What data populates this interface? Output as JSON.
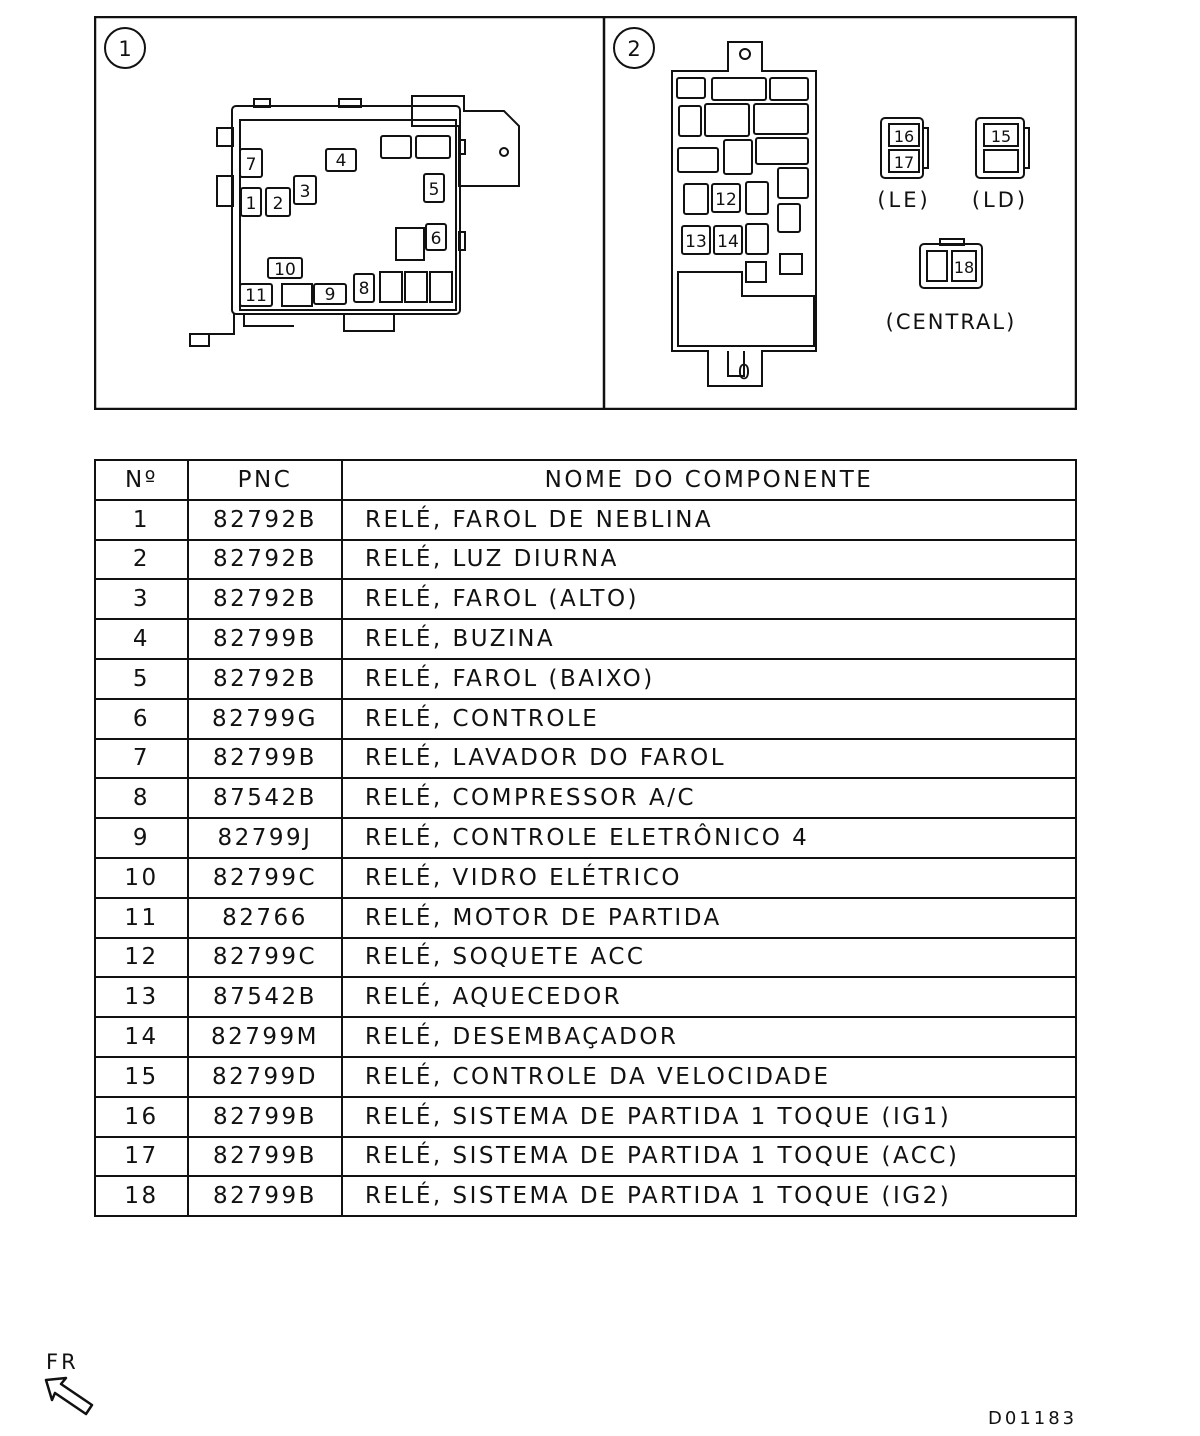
{
  "diagram": {
    "panel1_number": "1",
    "panel2_number": "2",
    "panel1_relays": [
      "7",
      "4",
      "1",
      "2",
      "3",
      "5",
      "6",
      "10",
      "11",
      "9",
      "8"
    ],
    "panel2_relays": [
      "12",
      "13",
      "14"
    ],
    "panel2_bottom_mark": "0",
    "le_relays": [
      "16",
      "17"
    ],
    "le_caption": "(LE)",
    "ld_relay": "15",
    "ld_caption": "(LD)",
    "central_relay": "18",
    "central_caption": "(CENTRAL)"
  },
  "table": {
    "headers": [
      "Nº",
      "PNC",
      "NOME DO COMPONENTE"
    ],
    "rows": [
      {
        "no": "1",
        "pnc": "82792B",
        "name": "RELÉ, FAROL DE NEBLINA"
      },
      {
        "no": "2",
        "pnc": "82792B",
        "name": "RELÉ, LUZ DIURNA"
      },
      {
        "no": "3",
        "pnc": "82792B",
        "name": "RELÉ, FAROL (ALTO)"
      },
      {
        "no": "4",
        "pnc": "82799B",
        "name": "RELÉ, BUZINA"
      },
      {
        "no": "5",
        "pnc": "82792B",
        "name": "RELÉ, FAROL (BAIXO)"
      },
      {
        "no": "6",
        "pnc": "82799G",
        "name": "RELÉ, CONTROLE"
      },
      {
        "no": "7",
        "pnc": "82799B",
        "name": "RELÉ, LAVADOR DO FAROL"
      },
      {
        "no": "8",
        "pnc": "87542B",
        "name": "RELÉ, COMPRESSOR A/C"
      },
      {
        "no": "9",
        "pnc": "82799J",
        "name": "RELÉ, CONTROLE ELETRÔNICO 4"
      },
      {
        "no": "10",
        "pnc": "82799C",
        "name": "RELÉ, VIDRO ELÉTRICO"
      },
      {
        "no": "11",
        "pnc": "82766",
        "name": "RELÉ, MOTOR DE PARTIDA"
      },
      {
        "no": "12",
        "pnc": "82799C",
        "name": "RELÉ, SOQUETE ACC"
      },
      {
        "no": "13",
        "pnc": "87542B",
        "name": "RELÉ, AQUECEDOR"
      },
      {
        "no": "14",
        "pnc": "82799M",
        "name": "RELÉ, DESEMBAÇADOR"
      },
      {
        "no": "15",
        "pnc": "82799D",
        "name": "RELÉ, CONTROLE DA VELOCIDADE"
      },
      {
        "no": "16",
        "pnc": "82799B",
        "name": "RELÉ, SISTEMA DE PARTIDA 1 TOQUE (IG1)"
      },
      {
        "no": "17",
        "pnc": "82799B",
        "name": "RELÉ, SISTEMA DE PARTIDA 1 TOQUE (ACC)"
      },
      {
        "no": "18",
        "pnc": "82799B",
        "name": "RELÉ, SISTEMA DE PARTIDA 1 TOQUE (IG2)"
      }
    ]
  },
  "footer": {
    "fr_label": "FR",
    "fr_icon": "front-direction-arrow-icon",
    "doc_id": "D01183"
  }
}
